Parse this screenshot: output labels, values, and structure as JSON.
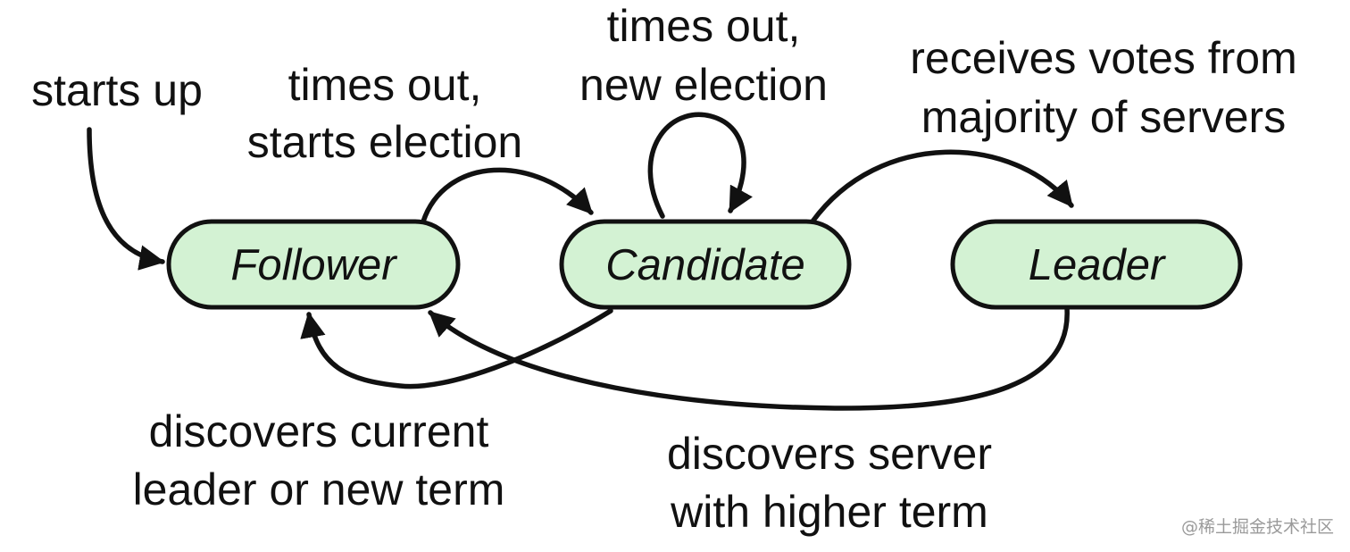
{
  "colors": {
    "node_fill": "#d3f2d3",
    "stroke": "#111111",
    "text": "#111111",
    "watermark": "#9a9a9a"
  },
  "nodes": {
    "follower": {
      "label": "Follower"
    },
    "candidate": {
      "label": "Candidate"
    },
    "leader": {
      "label": "Leader"
    }
  },
  "edges": {
    "starts_up": {
      "lines": [
        "starts up"
      ]
    },
    "follower_to_candidate": {
      "lines": [
        "times out,",
        "starts election"
      ]
    },
    "candidate_self": {
      "lines": [
        "times out,",
        "new election"
      ]
    },
    "candidate_to_leader": {
      "lines": [
        "receives votes from",
        "majority of servers"
      ]
    },
    "candidate_to_follower": {
      "lines": [
        "discovers current",
        "leader or new term"
      ]
    },
    "leader_to_follower": {
      "lines": [
        "discovers server",
        "with higher term"
      ]
    }
  },
  "watermark": "@稀土掘金技术社区"
}
